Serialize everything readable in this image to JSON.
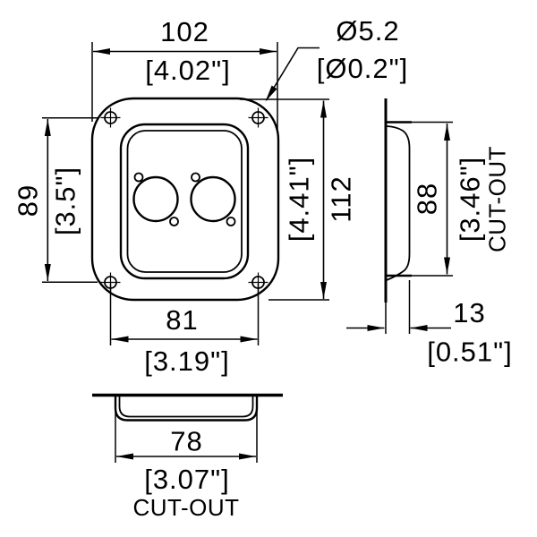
{
  "drawing": {
    "front": {
      "width_mm": "102",
      "width_in": "[4.02\"]",
      "screw_hole_dia_mm": "Ø5.2",
      "screw_hole_dia_in": "[Ø0.2\"]",
      "screw_spacing_v_mm": "89",
      "screw_spacing_v_in": "[3.5\"]",
      "height_mm": "112",
      "height_in": "[4.41\"]",
      "screw_spacing_h_mm": "81",
      "screw_spacing_h_in": "[3.19\"]"
    },
    "side": {
      "cutout_height_mm": "88",
      "cutout_height_in": "[3.46\"]",
      "cutout_label": "CUT-OUT",
      "depth_mm": "13",
      "depth_in": "[0.51\"]"
    },
    "bottom": {
      "cutout_width_mm": "78",
      "cutout_width_in": "[3.07\"]",
      "cutout_label": "CUT-OUT"
    },
    "line_color": "#000000",
    "background_color": "#ffffff"
  }
}
